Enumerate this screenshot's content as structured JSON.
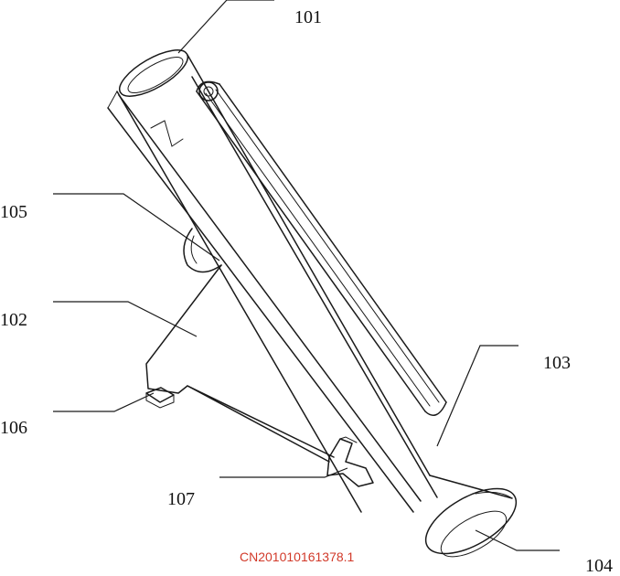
{
  "labels": {
    "l101": "101",
    "l102": "102",
    "l103": "103",
    "l104": "104",
    "l105": "105",
    "l106": "106",
    "l107": "107"
  },
  "caption": "CN201010161378.1",
  "colors": {
    "line": "#1a1a1a",
    "caption": "#d23a2a",
    "background": "#ffffff"
  }
}
